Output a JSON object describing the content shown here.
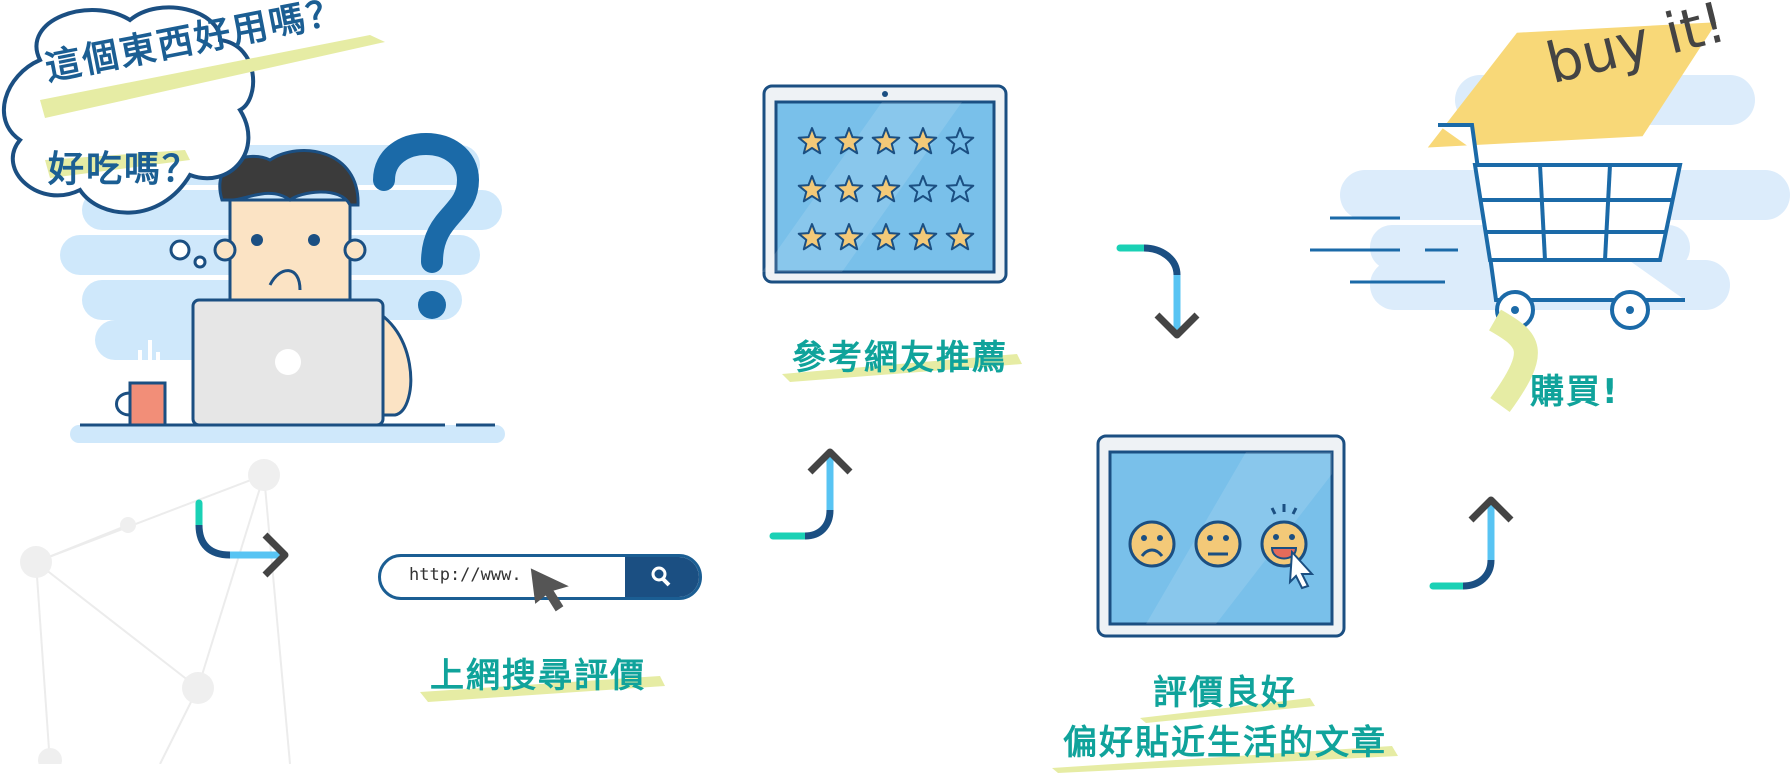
{
  "thought": {
    "line1": "這個東西好用嗎？",
    "line2": "好吃嗎？"
  },
  "steps": {
    "search": {
      "label": "上網搜尋評價",
      "url_text": "http://www."
    },
    "recommend": {
      "label": "參考網友推薦"
    },
    "good_review": {
      "line1": "評價良好",
      "line2": "偏好貼近生活的文章"
    },
    "buy": {
      "label": "購買!",
      "banner": "buy it!"
    }
  },
  "rating_grid": {
    "rows": [
      [
        1,
        1,
        1,
        1,
        0
      ],
      [
        1,
        1,
        1,
        0,
        0
      ],
      [
        1,
        1,
        1,
        1,
        1
      ]
    ]
  },
  "colors": {
    "teal_label": "#10a39b",
    "navy": "#1b4f82",
    "sky": "#cfe8fb",
    "screen": "#79c0ea",
    "star": "#f3c978",
    "highlight": "#e6eca4",
    "arrow_start": "#1ad1b5",
    "arrow_mid": "#58c4f3",
    "arrow_head": "#444444"
  }
}
